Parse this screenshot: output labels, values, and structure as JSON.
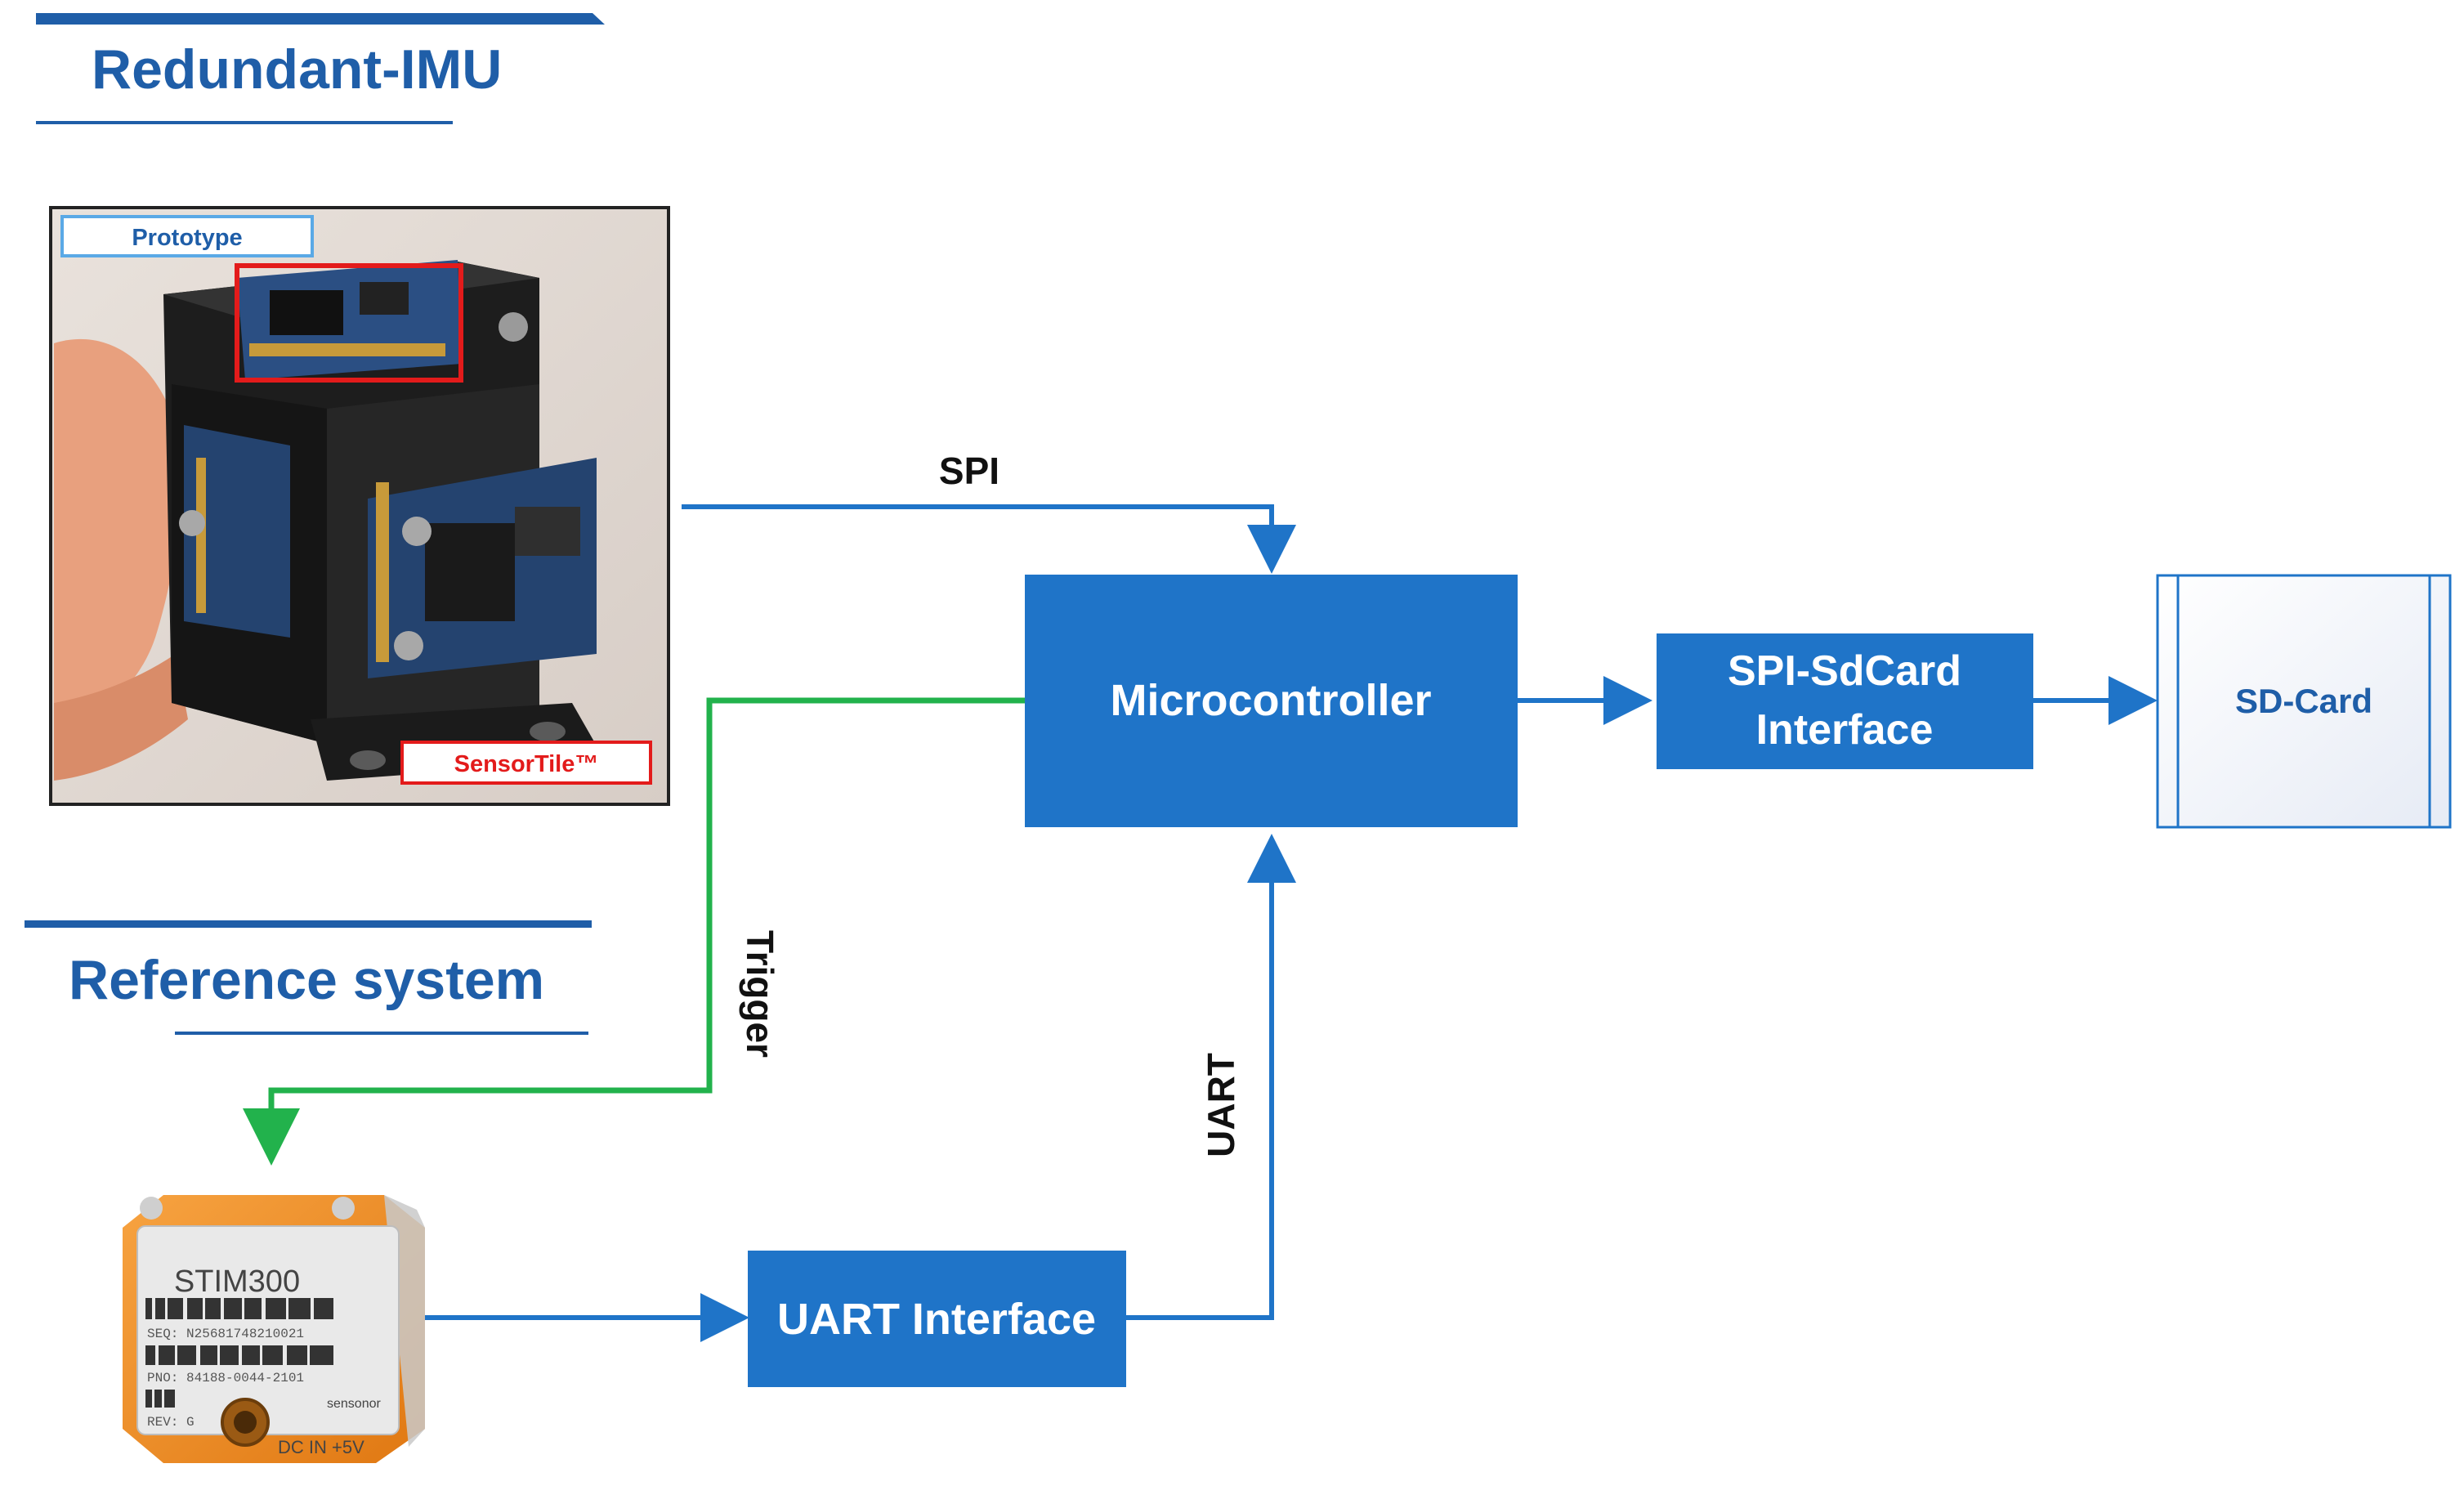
{
  "sections": {
    "redundant_imu": "Redundant-IMU",
    "reference_system": "Reference system"
  },
  "photo_tags": {
    "prototype": "Prototype",
    "sensortile": "SensorTile™"
  },
  "blocks": {
    "microcontroller": "Microcontroller",
    "spi_sdcard_line1": "SPI-SdCard",
    "spi_sdcard_line2": "Interface",
    "sd_card": "SD-Card",
    "uart_interface": "UART Interface"
  },
  "connections": {
    "spi": "SPI",
    "trigger": "Trigger",
    "uart": "UART"
  },
  "stim300": {
    "model": "STIM300",
    "seq": "SEQ: N25681748210021",
    "pno": "PNO: 84188-0044-2101",
    "rev": "REV: G",
    "dc": "DC IN +5V",
    "brand": "sensonor"
  },
  "colors": {
    "block_blue": "#1f74c8",
    "title_blue": "#1f5ea8",
    "trigger_green": "#22b24c",
    "highlight_red": "#e31b1b",
    "stim_orange": "#f28a1e"
  }
}
